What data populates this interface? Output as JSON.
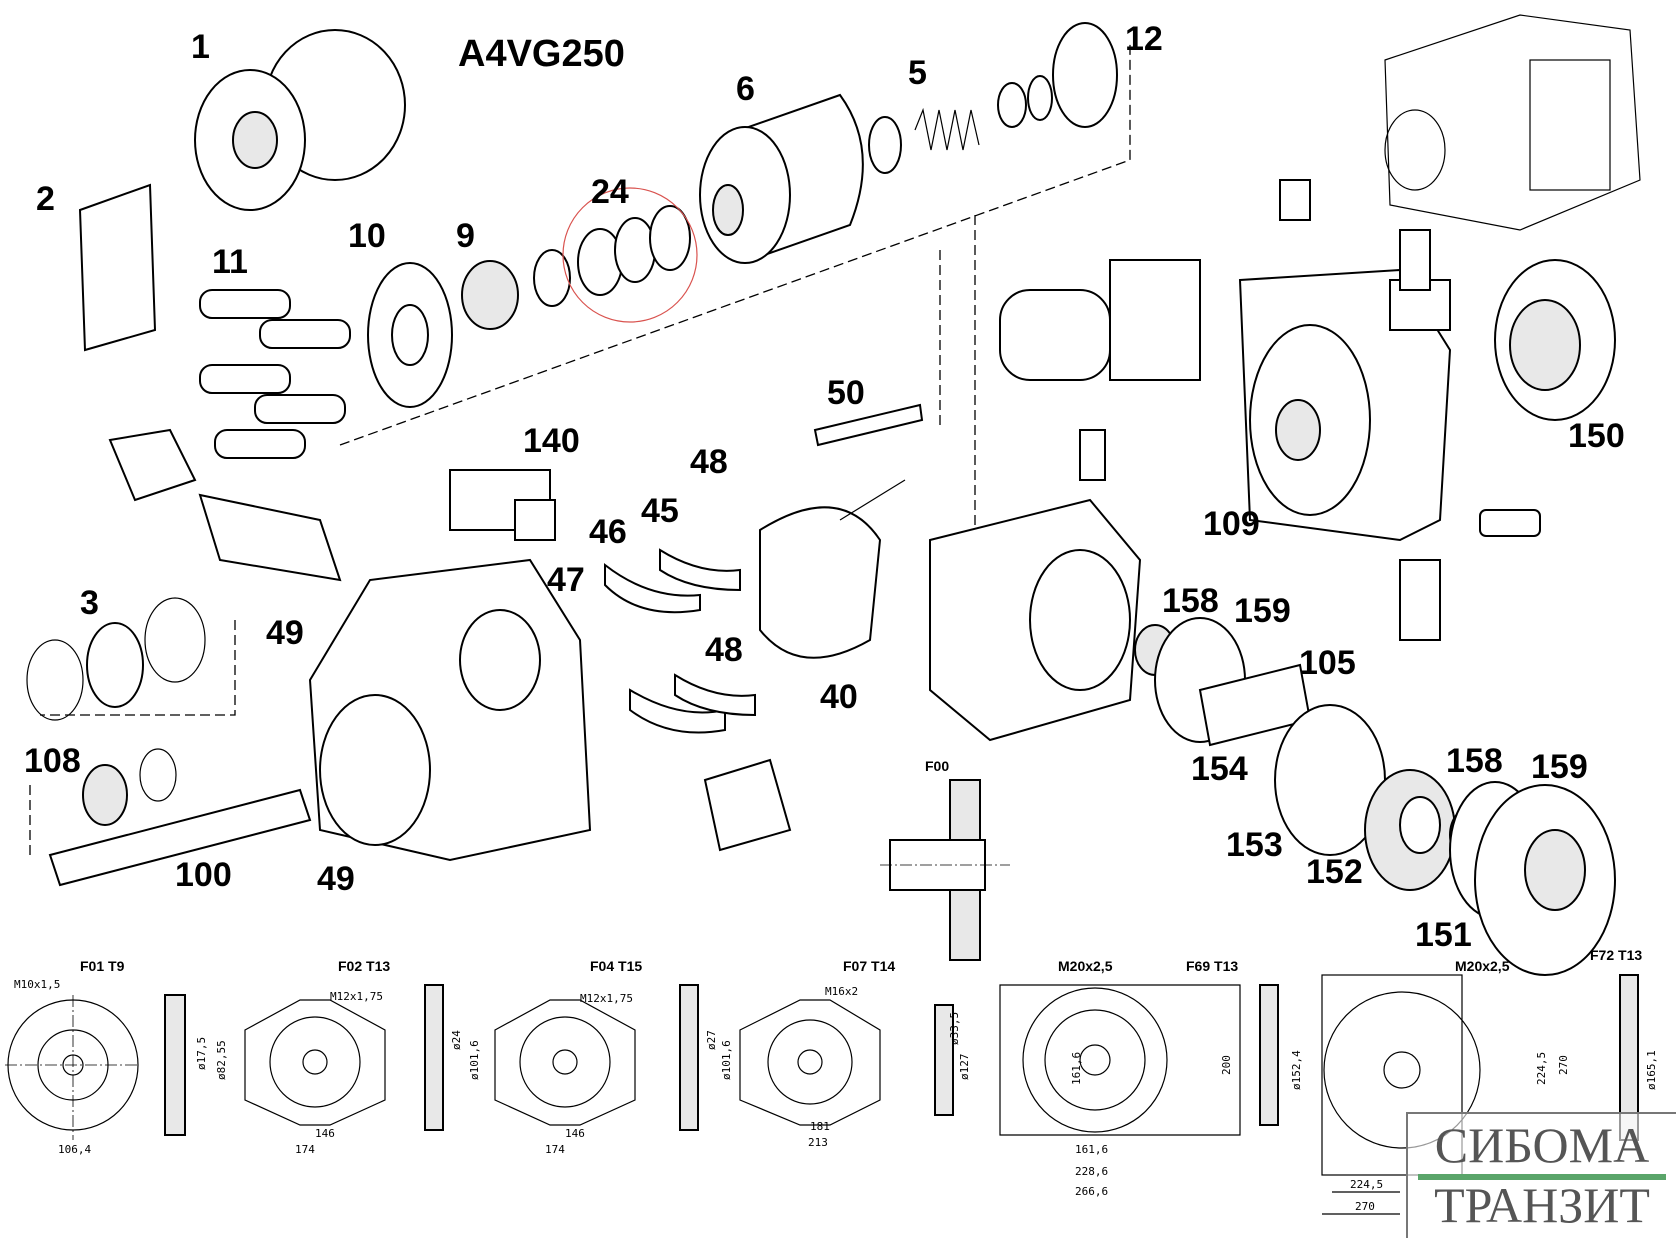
{
  "model": "A4VG250",
  "part_numbers": {
    "p1": "1",
    "p2": "2",
    "p3": "3",
    "p5": "5",
    "p6": "6",
    "p9": "9",
    "p10": "10",
    "p11": "11",
    "p12": "12",
    "p24": "24",
    "p40": "40",
    "p45": "45",
    "p46": "46",
    "p47": "47",
    "p48a": "48",
    "p48b": "48",
    "p49a": "49",
    "p49b": "49",
    "p50": "50",
    "p100": "100",
    "p105": "105",
    "p108": "108",
    "p109": "109",
    "p140": "140",
    "p150": "150",
    "p151": "151",
    "p152": "152",
    "p153": "153",
    "p154": "154",
    "p158a": "158",
    "p158b": "158",
    "p159a": "159",
    "p159b": "159"
  },
  "f00_label": "F00",
  "flanges": [
    {
      "title": "F01 T9",
      "thread": "M10x1,5",
      "dims": [
        "ø17,5",
        "ø82,55",
        "106,4"
      ]
    },
    {
      "title": "F02 T13",
      "thread": "M12x1,75",
      "dims": [
        "ø24",
        "ø101,6",
        "146",
        "174"
      ]
    },
    {
      "title": "F04 T15",
      "thread": "M12x1,75",
      "dims": [
        "ø27",
        "ø101,6",
        "146",
        "174"
      ]
    },
    {
      "title": "F07  T14",
      "thread": "M16x2",
      "dims": [
        "ø33,5",
        "ø127",
        "181",
        "213"
      ]
    },
    {
      "title": "F69  T13",
      "thread": "M20x2,5",
      "dims": [
        "161,6",
        "200",
        "ø152,4",
        "161,6",
        "228,6",
        "266,6"
      ]
    },
    {
      "title": "F72  T13",
      "thread": "M20x2,5",
      "dims": [
        "224,5",
        "270",
        "ø165,1",
        "224,5",
        "270"
      ]
    }
  ],
  "logo": {
    "line1": "СИБОМА",
    "line2": "ТРАНЗИТ",
    "accent": "#5aa56a"
  },
  "highlight_color": "#d9534f"
}
